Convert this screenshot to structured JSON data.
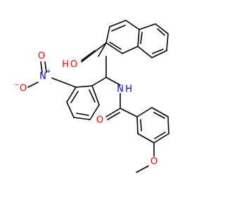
{
  "molecule": {
    "colors": {
      "bond": "#000000",
      "carbon": "#000000",
      "oxygen": "#ff0000",
      "nitrogen": "#0000ff"
    },
    "labels": {
      "hydroxyl": "HO",
      "hydroxyl_h": "H",
      "hydroxyl_o": "O",
      "amide_nh": "N",
      "amide_h": "H",
      "amide_o": "O",
      "nitro_n": "N",
      "nitro_n_charge": "+",
      "nitro_o_double": "O",
      "nitro_o_minus": "O",
      "nitro_o_charge": "−",
      "methoxy_o": "O"
    }
  }
}
